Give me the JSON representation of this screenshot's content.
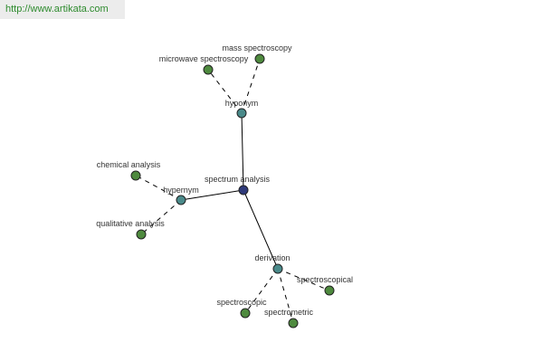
{
  "site_url": "http://www.artikata.com",
  "colors": {
    "center": "#2f3a7a",
    "relation": "#4a8a8a",
    "leaf": "#4e8a3e",
    "edge": "#000000",
    "url_text": "#2e8b2e"
  },
  "nodes": [
    {
      "id": "center",
      "label": "spectrum analysis",
      "kind": "center"
    },
    {
      "id": "hyponym",
      "label": "hyponym",
      "kind": "relation"
    },
    {
      "id": "hypernym",
      "label": "hypernym",
      "kind": "relation"
    },
    {
      "id": "derivation",
      "label": "derivation",
      "kind": "relation"
    },
    {
      "id": "mass",
      "label": "mass spectroscopy",
      "kind": "leaf"
    },
    {
      "id": "microwave",
      "label": "microwave spectroscopy",
      "kind": "leaf"
    },
    {
      "id": "chemical",
      "label": "chemical analysis",
      "kind": "leaf"
    },
    {
      "id": "qualitative",
      "label": "qualitative analysis",
      "kind": "leaf"
    },
    {
      "id": "spectroscopical",
      "label": "spectroscopical",
      "kind": "leaf"
    },
    {
      "id": "spectroscopic",
      "label": "spectroscopic",
      "kind": "leaf"
    },
    {
      "id": "spectrometric",
      "label": "spectrometric",
      "kind": "leaf"
    }
  ],
  "edges": [
    {
      "from": "center",
      "to": "hyponym",
      "style": "solid"
    },
    {
      "from": "center",
      "to": "hypernym",
      "style": "solid"
    },
    {
      "from": "center",
      "to": "derivation",
      "style": "solid"
    },
    {
      "from": "hyponym",
      "to": "mass",
      "style": "dashed"
    },
    {
      "from": "hyponym",
      "to": "microwave",
      "style": "dashed"
    },
    {
      "from": "hypernym",
      "to": "chemical",
      "style": "dashed"
    },
    {
      "from": "hypernym",
      "to": "qualitative",
      "style": "dashed"
    },
    {
      "from": "derivation",
      "to": "spectroscopical",
      "style": "dashed"
    },
    {
      "from": "derivation",
      "to": "spectroscopic",
      "style": "dashed"
    },
    {
      "from": "derivation",
      "to": "spectrometric",
      "style": "dashed"
    }
  ]
}
